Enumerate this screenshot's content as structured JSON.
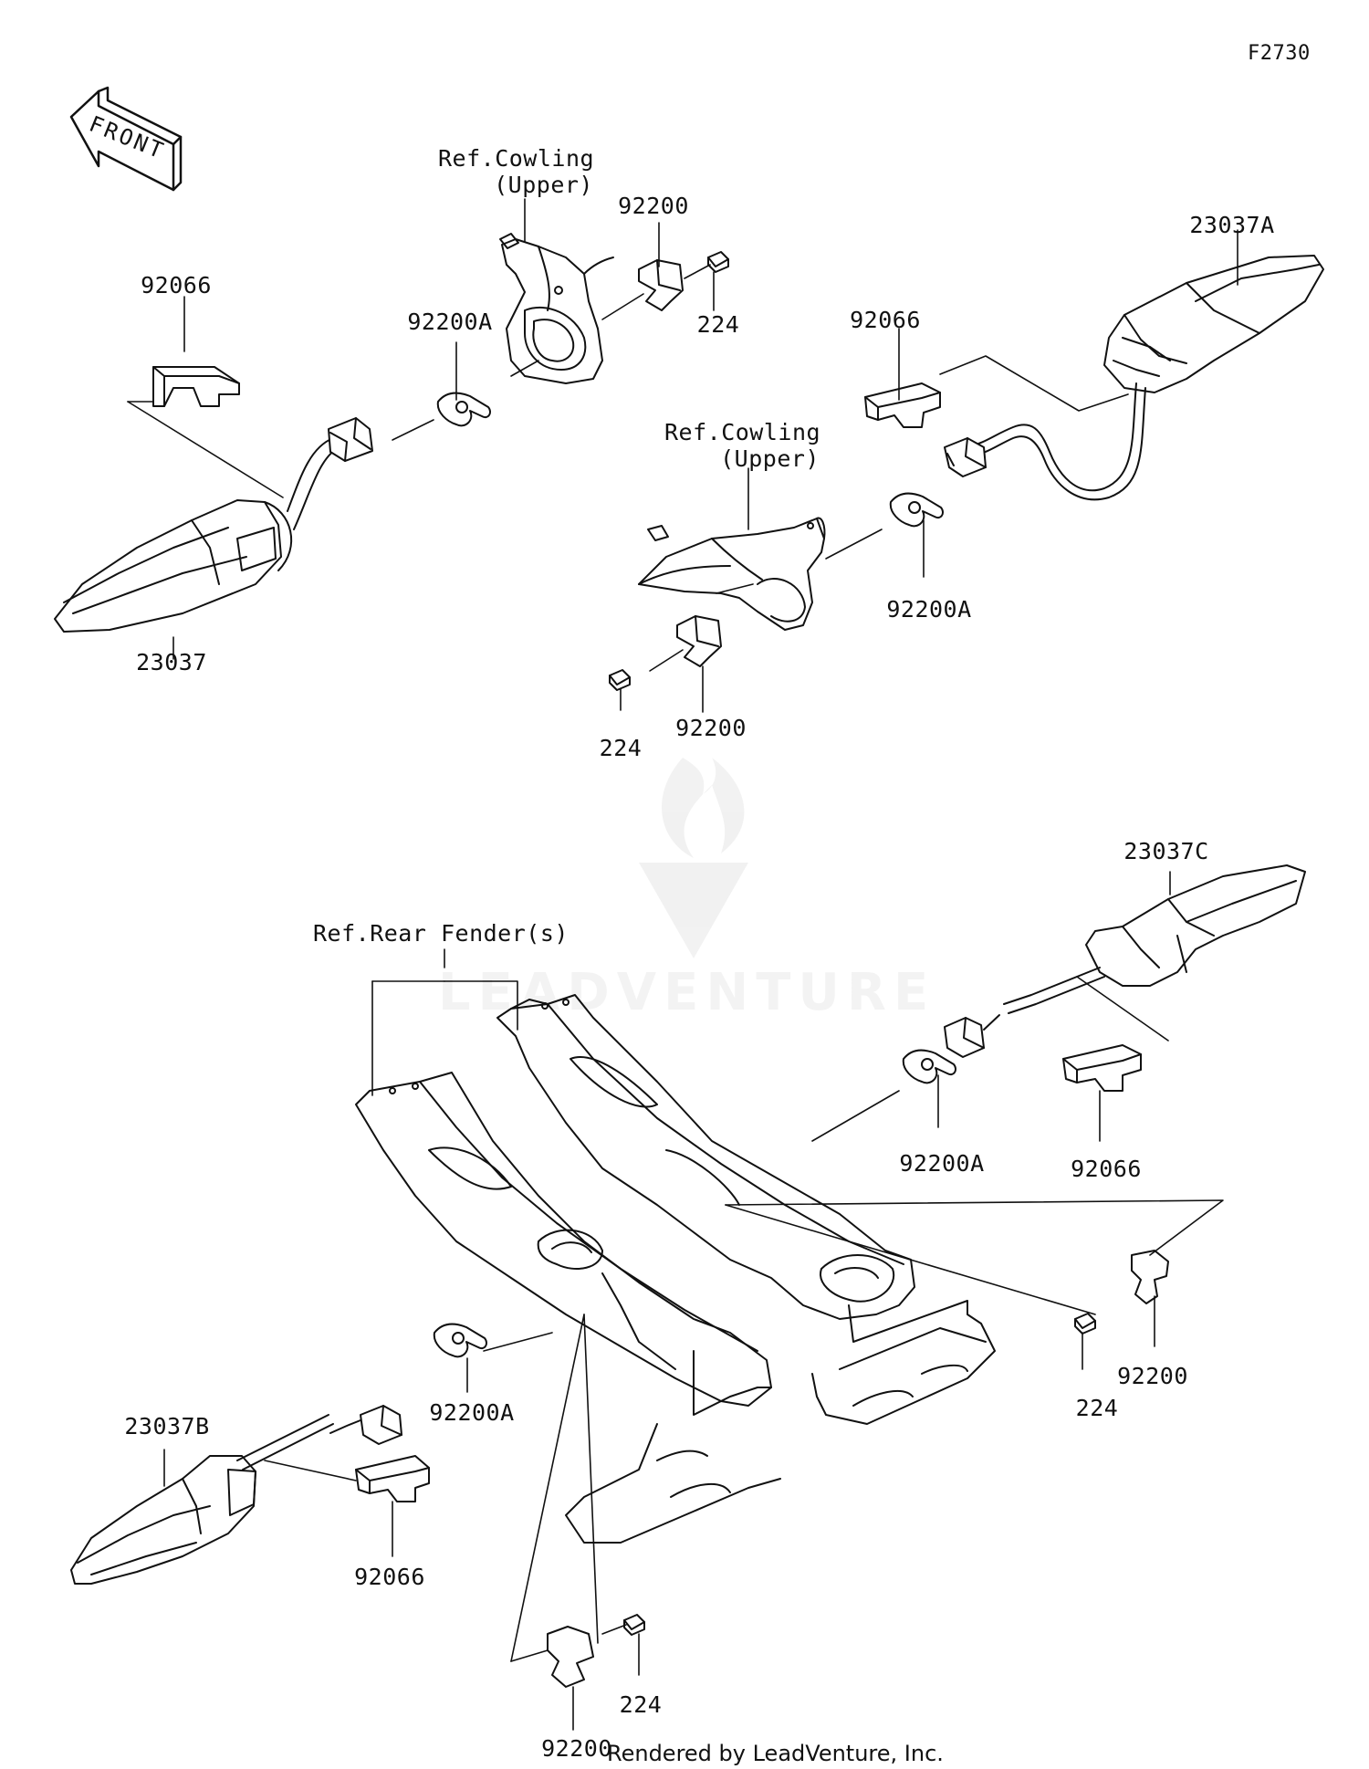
{
  "diagram": {
    "code": "F2730",
    "front_label": "FRONT",
    "footer": "Rendered by LeadVenture, Inc.",
    "watermark": "LEADVENTURE",
    "ref_labels": {
      "cowling_upper_1": [
        "Ref.Cowling",
        "(Upper)"
      ],
      "cowling_upper_2": [
        "Ref.Cowling",
        "(Upper)"
      ],
      "rear_fender": "Ref.Rear Fender(s)"
    },
    "parts": {
      "p92066_a": "92066",
      "p92066_b": "92066",
      "p92066_c": "92066",
      "p92066_d": "92066",
      "p23037": "23037",
      "p23037a": "23037A",
      "p23037b": "23037B",
      "p23037c": "23037C",
      "p92200a_a": "92200A",
      "p92200a_b": "92200A",
      "p92200a_c": "92200A",
      "p92200a_d": "92200A",
      "p92200_a": "92200",
      "p92200_b": "92200",
      "p92200_c": "92200",
      "p92200_d": "92200",
      "p224_a": "224",
      "p224_b": "224",
      "p224_c": "224",
      "p224_d": "224"
    }
  }
}
